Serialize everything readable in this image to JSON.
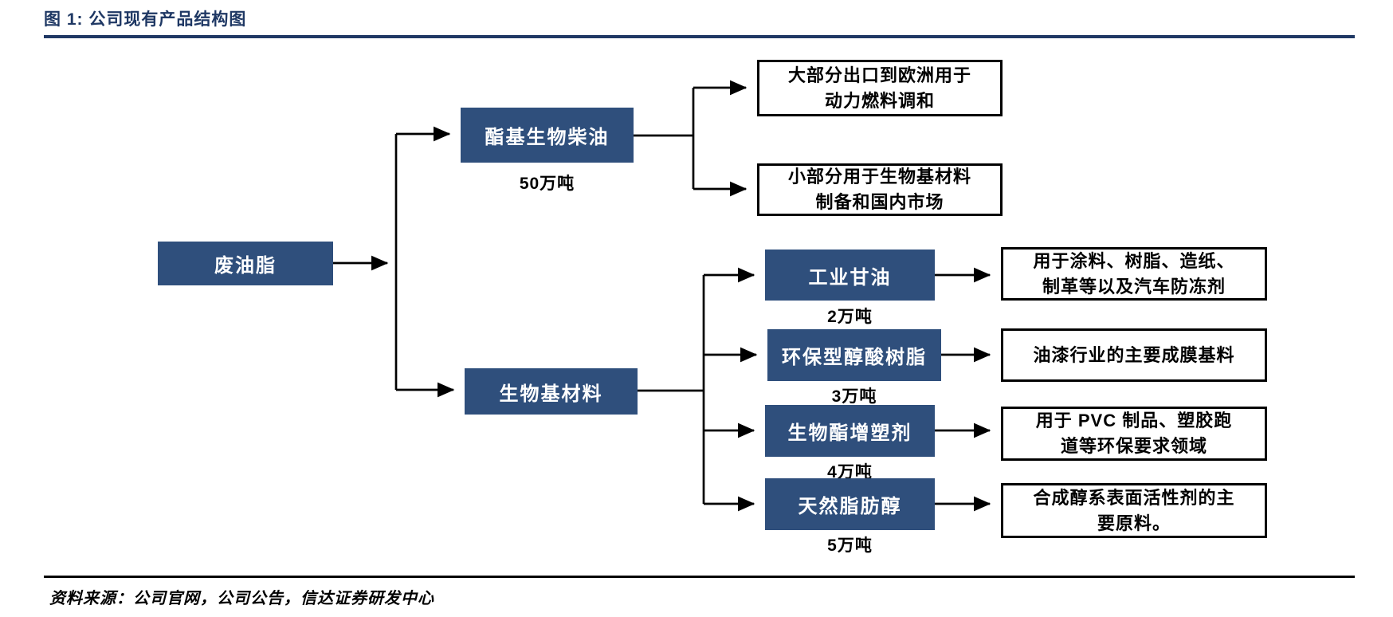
{
  "title": "图 1: 公司现有产品结构图",
  "source_note": "资料来源：公司官网，公司公告，信达证券研发中心",
  "colors": {
    "node_blue": "#2F4F7C",
    "title_navy": "#1F3864",
    "connector_black": "#000000",
    "usebox_border": "#000000"
  },
  "diagram": {
    "root": {
      "label": "废油脂"
    },
    "branches": [
      {
        "label": "酯基生物柴油",
        "capacity": "50万吨",
        "outputs": [
          {
            "use": "大部分出口到欧洲用于\n动力燃料调和"
          },
          {
            "use": "小部分用于生物基材料\n制备和国内市场"
          }
        ]
      },
      {
        "label": "生物基材料",
        "products": [
          {
            "label": "工业甘油",
            "capacity": "2万吨",
            "use": "用于涂料、树脂、造纸、\n制革等以及汽车防冻剂"
          },
          {
            "label": "环保型醇酸树脂",
            "capacity": "3万吨",
            "use": "油漆行业的主要成膜基料"
          },
          {
            "label": "生物酯增塑剂",
            "capacity": "4万吨",
            "use": "用于 PVC 制品、塑胶跑\n道等环保要求领域"
          },
          {
            "label": "天然脂肪醇",
            "capacity": "5万吨",
            "use": "合成醇系表面活性剂的主\n要原料。"
          }
        ]
      }
    ]
  }
}
